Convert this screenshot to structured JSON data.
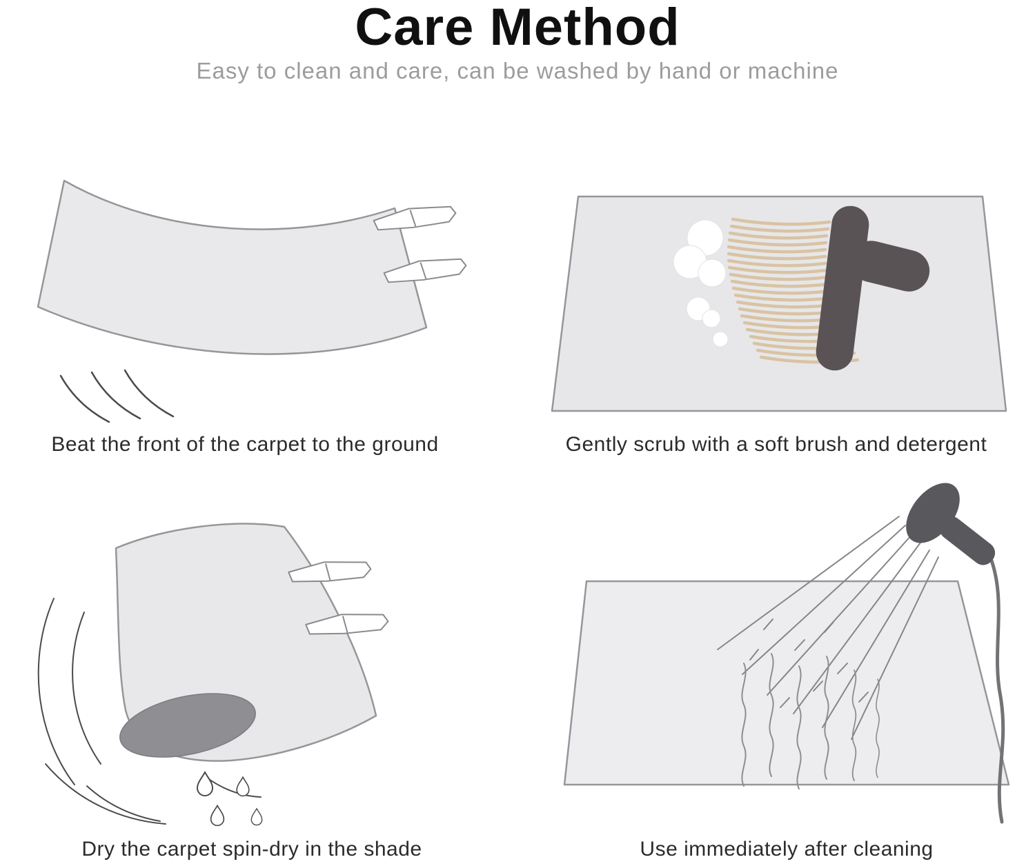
{
  "header": {
    "title": "Care Method",
    "subtitle": "Easy to clean and care, can be washed by hand or machine"
  },
  "panels": [
    {
      "name": "beat-carpet",
      "caption": "Beat the front of the carpet to the ground",
      "illustration": "carpet-beating-icon"
    },
    {
      "name": "scrub-brush",
      "caption": "Gently scrub with a soft brush and detergent",
      "illustration": "brush-scrub-icon"
    },
    {
      "name": "spin-dry",
      "caption": "Dry the carpet spin-dry in the shade",
      "illustration": "carpet-spin-dry-icon"
    },
    {
      "name": "rinse-shower",
      "caption": "Use immediately after cleaning",
      "illustration": "shower-rinse-icon"
    }
  ],
  "colors": {
    "title_text": "#101010",
    "subtitle_text": "#9c9c9c",
    "caption_text": "#2b2b2b",
    "carpet_fill": "#e9e9eb",
    "carpet_stroke": "#96969a",
    "dark_handle": "#5a5356",
    "bristle_tan": "#d9c3a3",
    "roll_underside": "#8e8e93",
    "line_gray": "#4a4a4a",
    "spray_gray": "#85858a"
  }
}
